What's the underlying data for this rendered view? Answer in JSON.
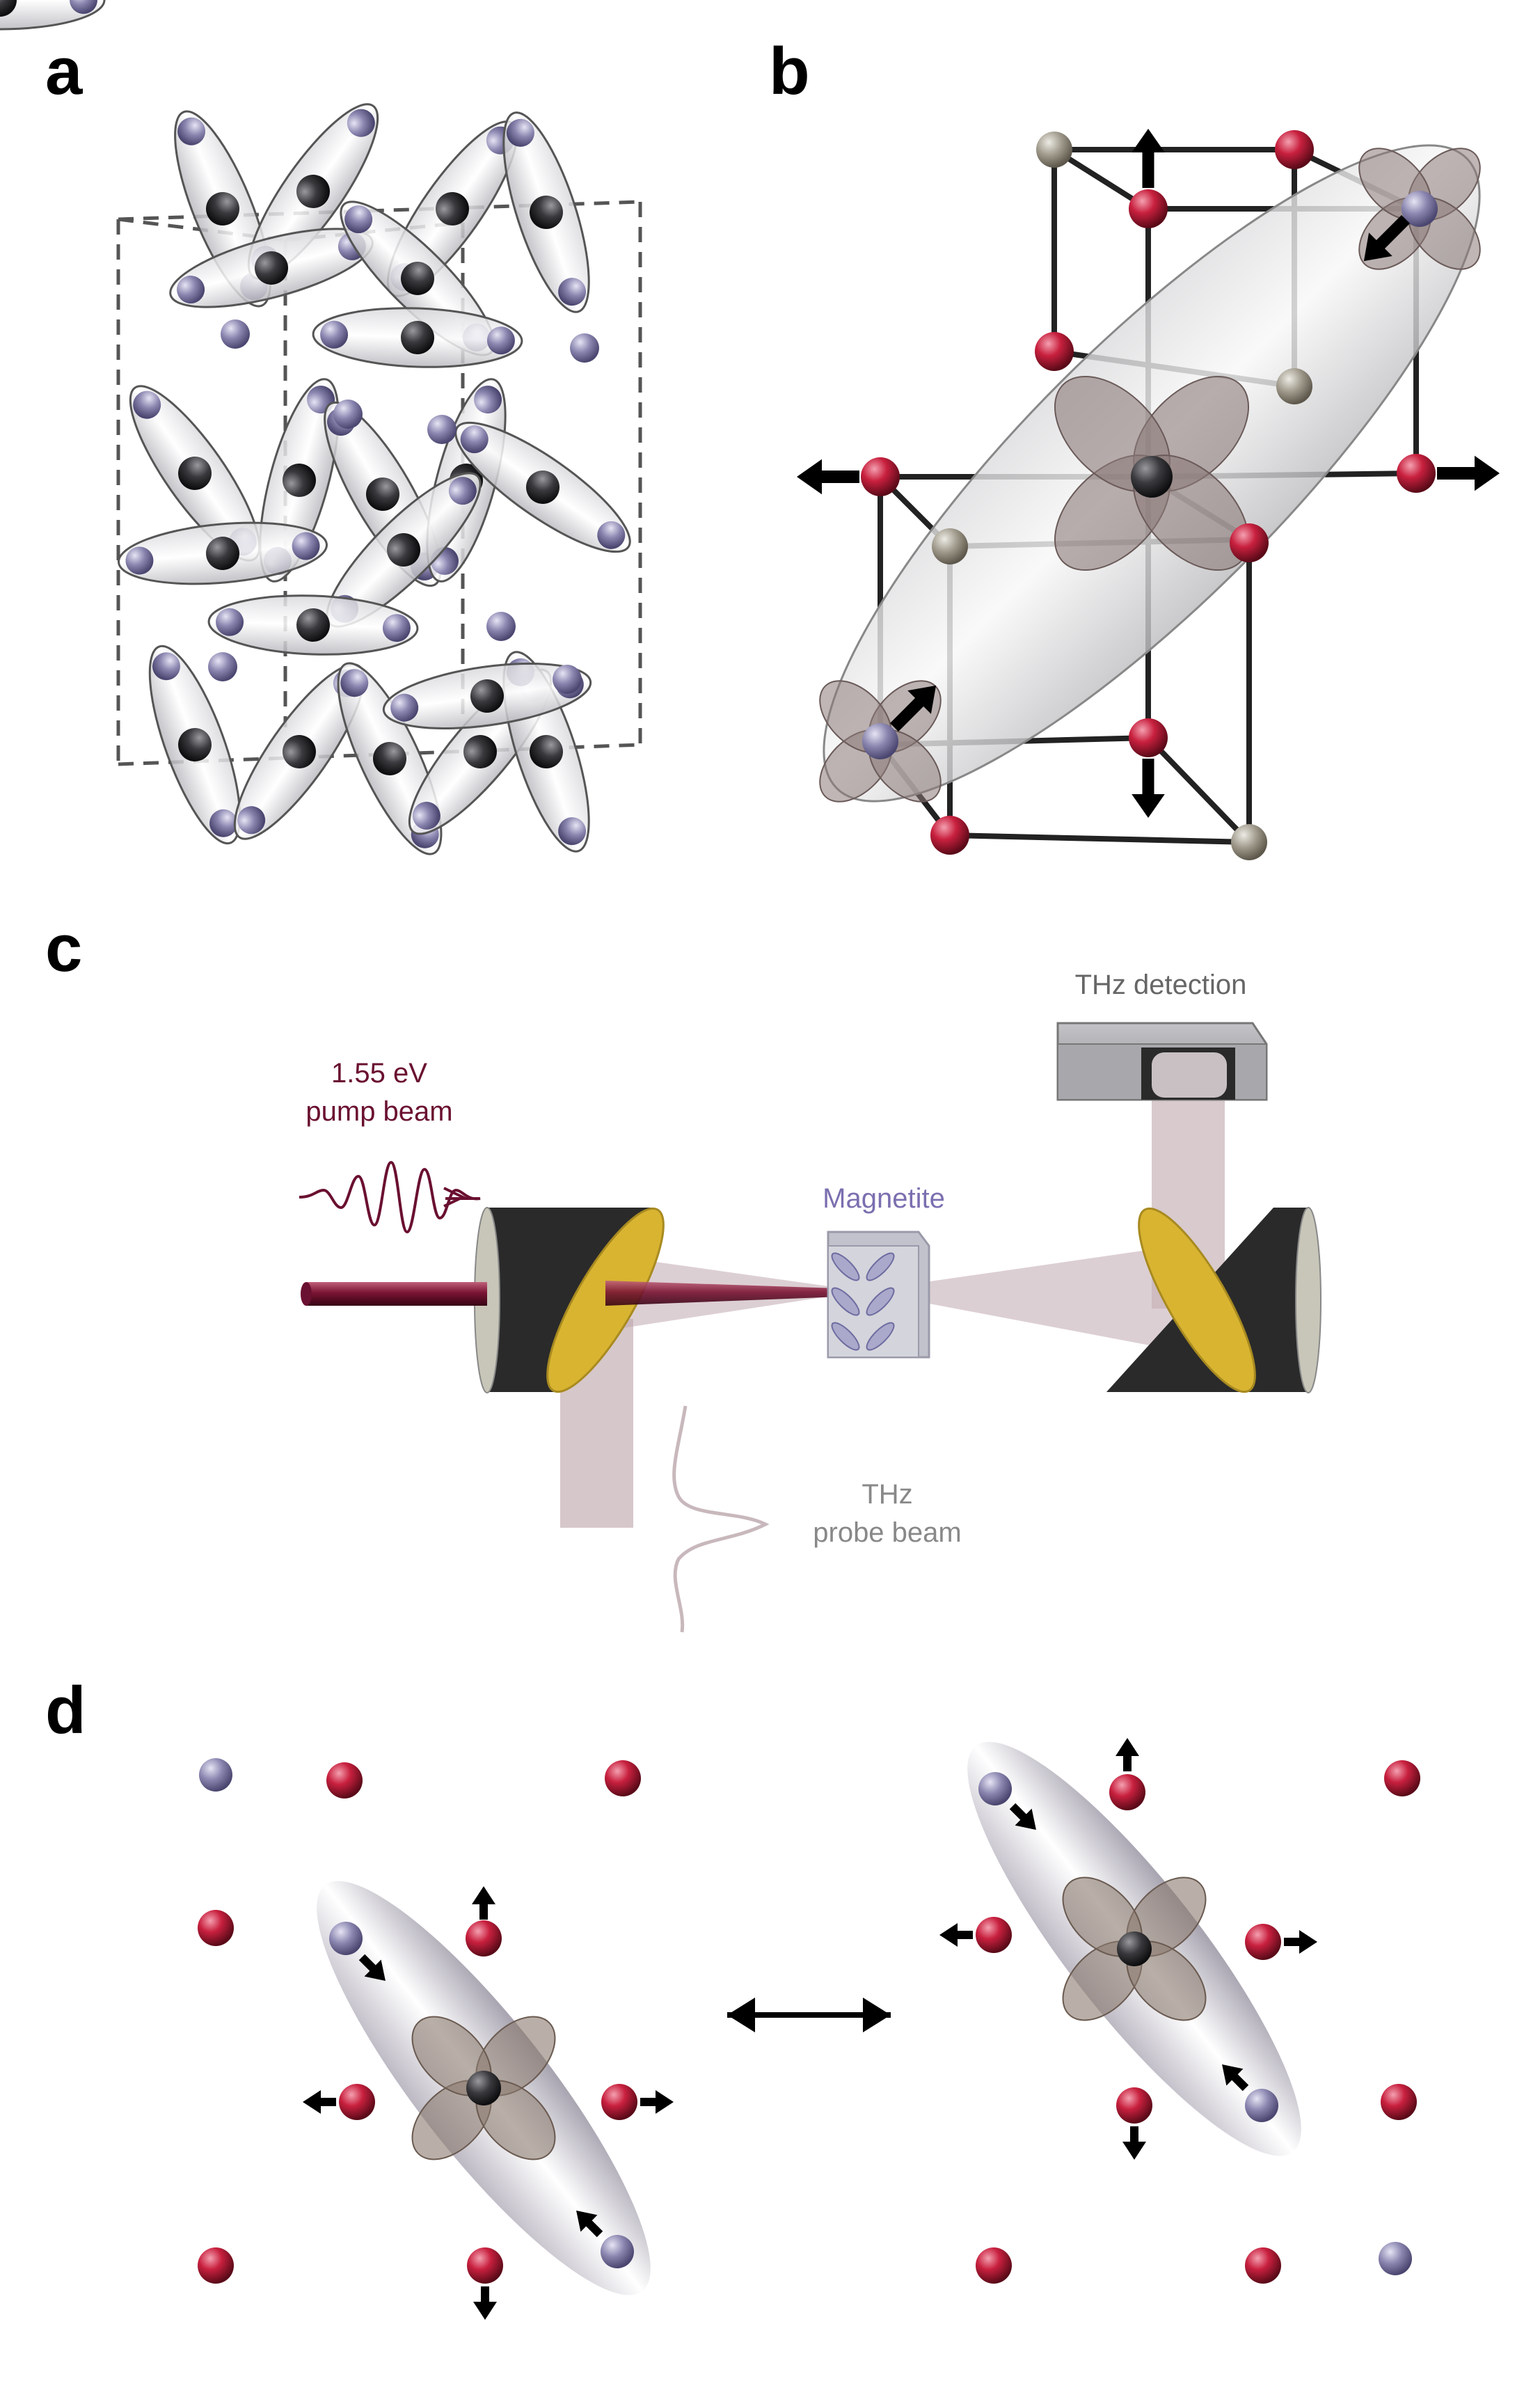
{
  "panels": {
    "a": "a",
    "b": "b",
    "c": "c",
    "d": "d"
  },
  "setup": {
    "pump_energy": "1.55 eV",
    "pump_label": "pump beam",
    "sample_label": "Magnetite",
    "probe_label_line1": "THz",
    "probe_label_line2": "probe beam",
    "detection_label": "THz detection"
  },
  "colors": {
    "iron_b_site": "#2a2a2c",
    "iron_purple": "#8a86b0",
    "oxygen": "#c0203c",
    "iron_tan": "#a09a8c",
    "pump": "#6a1030",
    "mirror_gold": "#d8b431",
    "label_purple": "#7b6fb0",
    "label_gray": "#666666"
  },
  "icons": {
    "polarization_arrow": "arrow-icon",
    "double_arrow": "double-arrow-icon"
  }
}
